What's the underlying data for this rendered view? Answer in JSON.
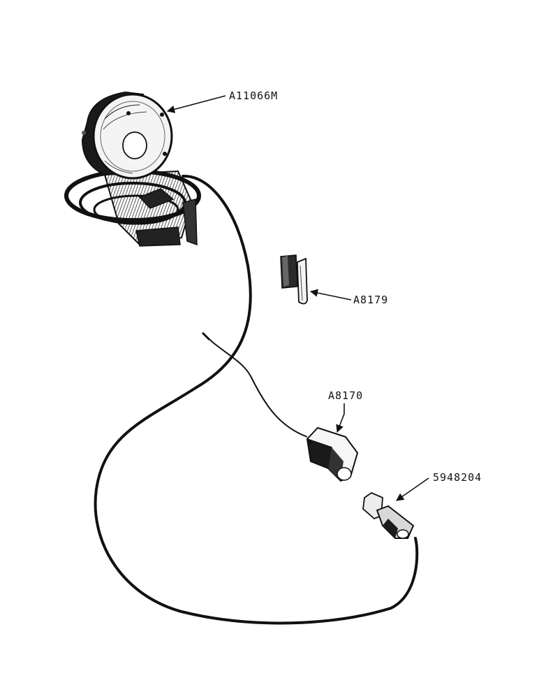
{
  "diagram": {
    "parts": [
      {
        "id": "motor",
        "part_number": "A11066M"
      },
      {
        "id": "clip",
        "part_number": "A8179"
      },
      {
        "id": "connector",
        "part_number": "A8170"
      },
      {
        "id": "fitting",
        "part_number": "5948204"
      }
    ]
  },
  "colors": {
    "ink": "#111111",
    "paper": "#ffffff"
  }
}
